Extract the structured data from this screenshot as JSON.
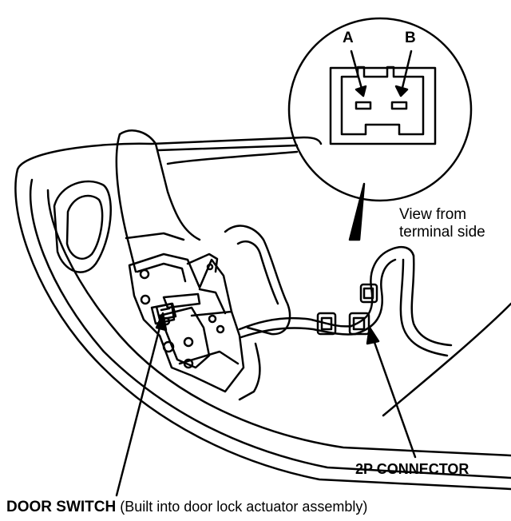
{
  "labels": {
    "pin_a": "A",
    "pin_b": "B",
    "view_line1": "View from",
    "view_line2": "terminal side",
    "connector": "2P CONNECTOR",
    "switch_name": "DOOR SWITCH",
    "switch_note": "(Built into door lock actuator assembly)"
  },
  "colors": {
    "ink": "#000000",
    "paper": "#ffffff"
  }
}
